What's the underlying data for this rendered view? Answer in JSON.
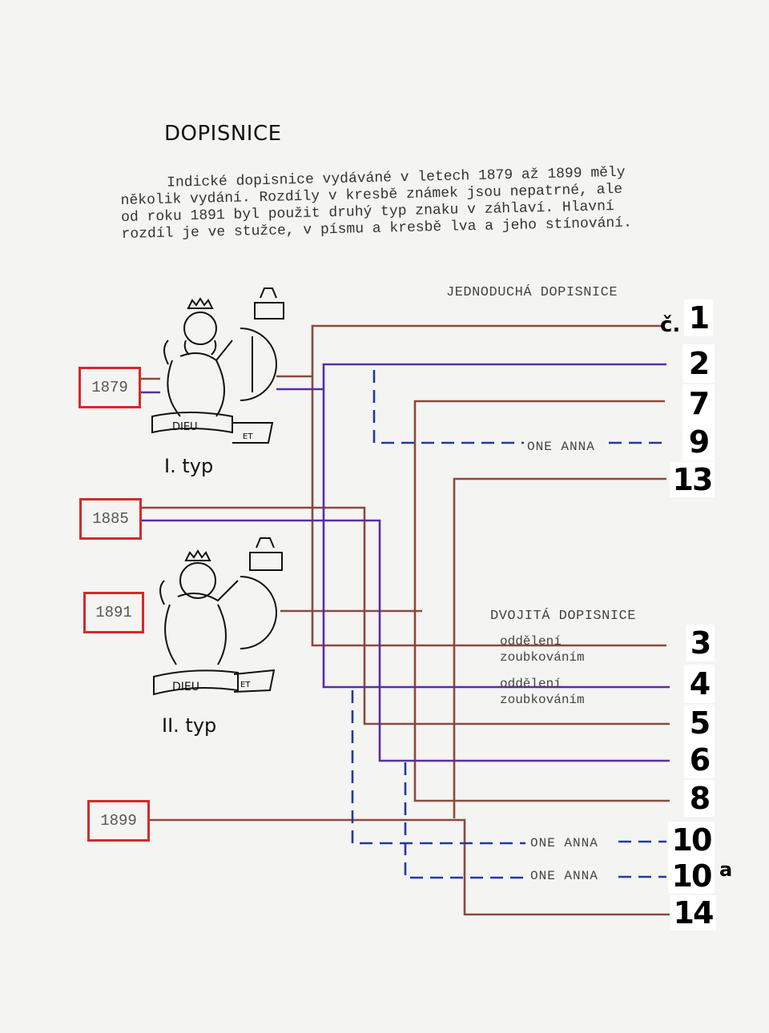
{
  "title": "DOPISNICE",
  "intro": [
    "Indické dopisnice vydáváné v letech 1879 až 1899 měly",
    "několik vydání. Rozdíly v kresbě známek jsou nepatrné, ale",
    "od roku 1891 byl použit druhý typ znaku v záhlaví. Hlavní",
    "rozdíl je ve stužce, v písmu a kresbě lva a jeho stínování."
  ],
  "years": [
    "1879",
    "1885",
    "1891",
    "1899"
  ],
  "types": {
    "first": "I. typ",
    "second": "II. typ"
  },
  "emblem_motto": {
    "dieu": "DIEU",
    "et": "ET"
  },
  "sections": {
    "single": "JEDNODUCHÁ DOPISNICE",
    "double": "DVOJITÁ DOPISNICE"
  },
  "prefix": "č.",
  "separation_label": [
    "oddělení",
    "zoubkováním"
  ],
  "one_anna": "ONE ANNA",
  "numbers": [
    "1",
    "2",
    "7",
    "9",
    "13",
    "3",
    "4",
    "5",
    "6",
    "8",
    "10",
    "10",
    "14"
  ],
  "number_suffix": "a",
  "colors": {
    "brown": "#8a4a3c",
    "purple": "#5a2ea0",
    "blue": "#1f3aa0",
    "red": "#d42a2a"
  }
}
